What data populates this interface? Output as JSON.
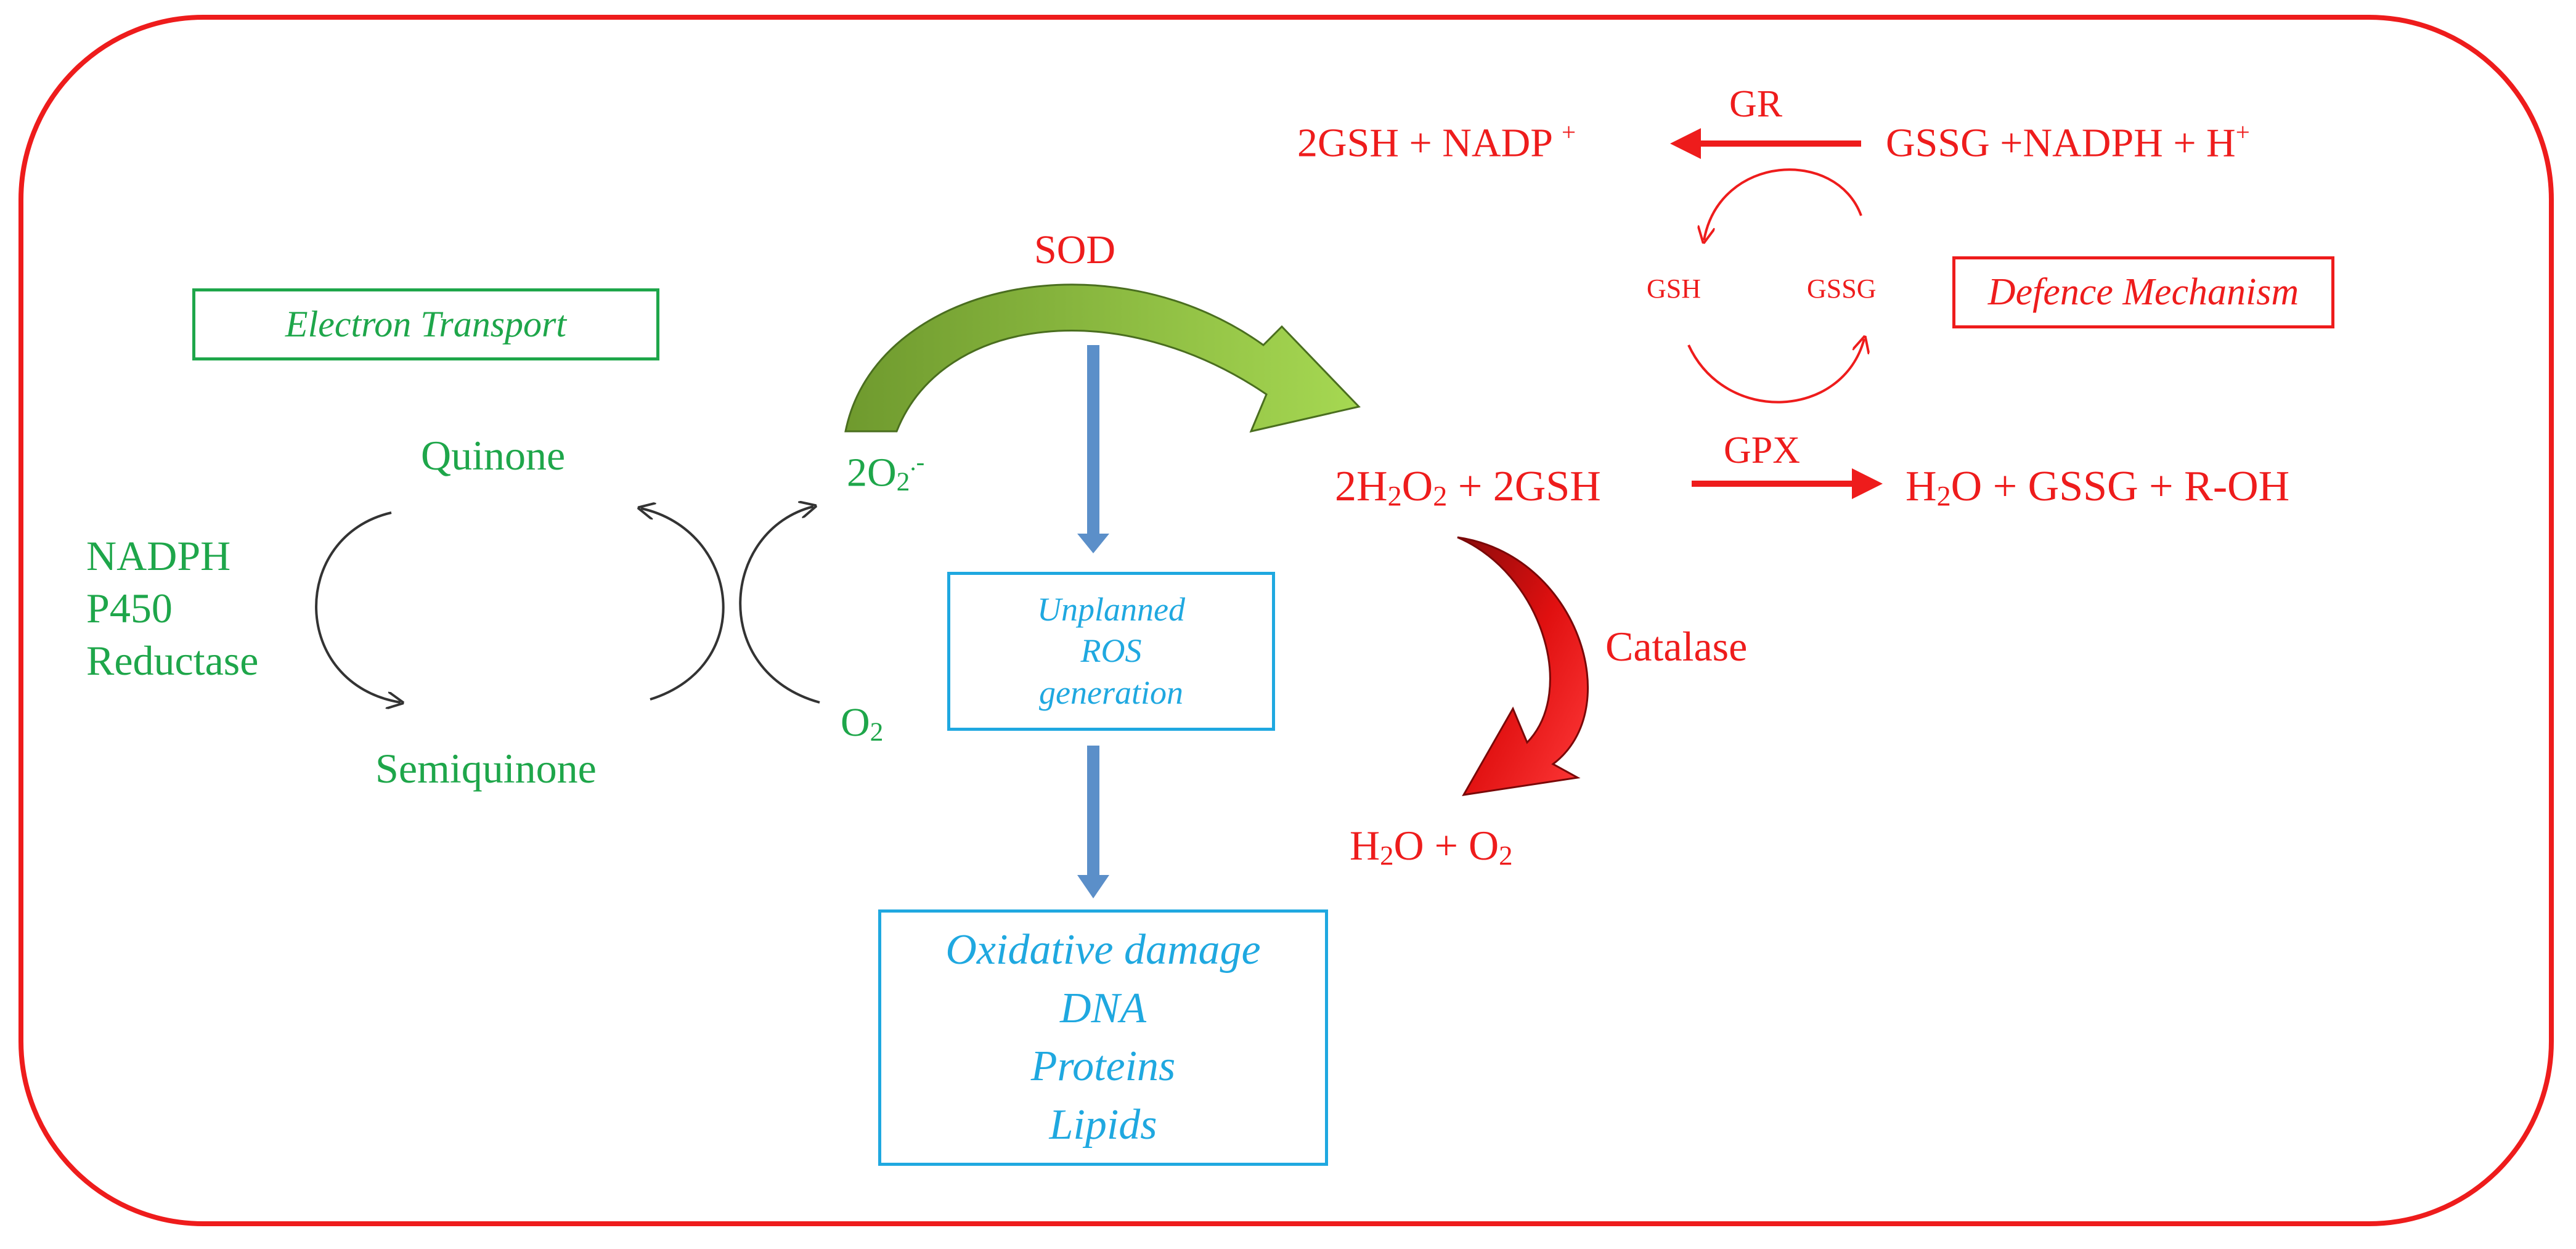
{
  "electron_transport": {
    "box_label": "Electron Transport",
    "quinone": "Quinone",
    "semiquinone": "Semiquinone",
    "enzyme_lines": [
      "NADPH",
      "P450",
      "Reductase"
    ],
    "superoxide": "2O",
    "superoxide_sub": "2",
    "superoxide_sup": ".-",
    "oxygen": "O",
    "oxygen_sub": "2"
  },
  "ros": {
    "sod": "SOD",
    "unplanned_lines": [
      "Unplanned",
      "ROS",
      "generation"
    ],
    "damage_lines": [
      "Oxidative damage",
      "DNA",
      "Proteins",
      "Lipids"
    ]
  },
  "defence": {
    "box_label": "Defence Mechanism",
    "gr": "GR",
    "gr_left": "2GSH + NADP ",
    "gr_left_sup": "+",
    "gr_right": "GSSG +NADPH + H",
    "gr_right_sup": "+",
    "cycle_gsh": "GSH",
    "cycle_gssg": "GSSG",
    "gpx": "GPX",
    "gpx_left_a": "2H",
    "gpx_left_sub1": "2",
    "gpx_left_b": "O",
    "gpx_left_sub2": "2",
    "gpx_left_c": " + 2GSH",
    "gpx_right_a": "H",
    "gpx_right_sub": "2",
    "gpx_right_b": "O + GSSG + R-OH",
    "catalase": "Catalase",
    "catalase_product_a": "H",
    "catalase_product_sub1": "2",
    "catalase_product_b": "O + O",
    "catalase_product_sub2": "2"
  },
  "colors": {
    "frame": "#ee1c1c",
    "green_text": "#1ea64a",
    "red_text": "#ee1c1c",
    "blue_text": "#1fa8e0",
    "sod_arrow_dark": "#6f9a2e",
    "sod_arrow_light": "#9fd24a",
    "blue_arrow": "#5b8fc9",
    "catalase_arrow": "#d40f0f"
  }
}
